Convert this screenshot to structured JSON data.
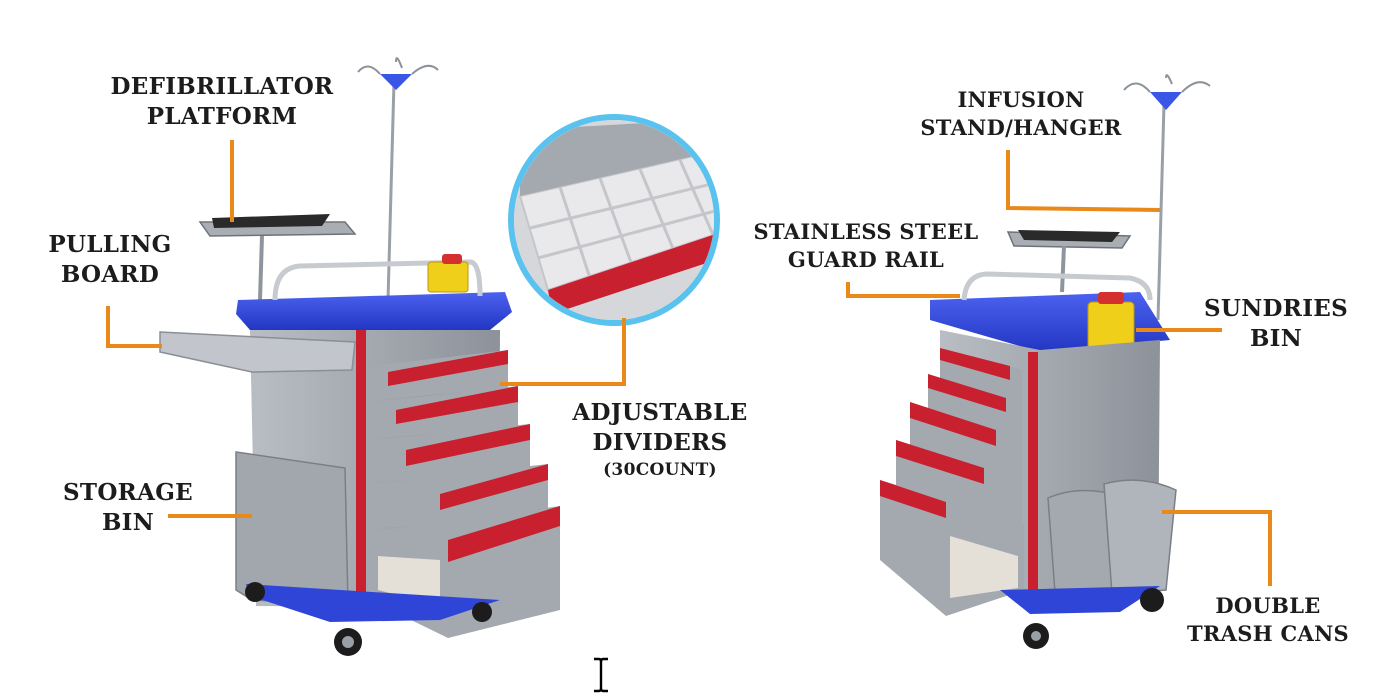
{
  "colors": {
    "leader_line": "#e8891a",
    "frame_blue": "#2f45d8",
    "drawer_red": "#c8202e",
    "body_grey": "#9ba0a8",
    "lens_ring": "#59c2ef"
  },
  "labels": {
    "defibrillator_platform": [
      "DEFIBRILLATOR",
      "PLATFORM"
    ],
    "pulling_board": [
      "PULLING",
      "BOARD"
    ],
    "storage_bin": [
      "STORAGE",
      "BIN"
    ],
    "adjustable_dividers": [
      "ADJUSTABLE",
      "DIVIDERS"
    ],
    "dividers_count": "(30COUNT)",
    "infusion_stand": [
      "INFUSION",
      "STAND/HANGER"
    ],
    "guard_rail": [
      "STAINLESS STEEL",
      "GUARD RAIL"
    ],
    "sundries_bin": [
      "SUNDRIES",
      "BIN"
    ],
    "trash_cans": [
      "DOUBLE",
      "TRASH CANS"
    ]
  },
  "icons": {
    "cursor": "text-cursor-icon"
  }
}
